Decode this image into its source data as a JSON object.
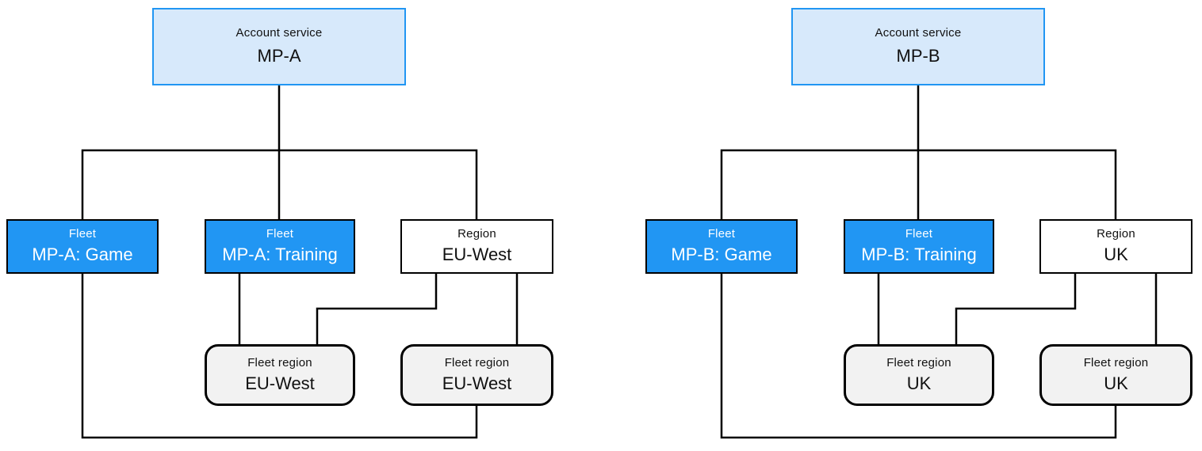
{
  "colors": {
    "accent_blue": "#2196f3",
    "account_fill": "#d7e9fb",
    "fleet_fill": "#2196f3",
    "region_fill": "#ffffff",
    "fleet_region_fill": "#f2f2f2",
    "connector_line": "#000000"
  },
  "groups": [
    {
      "account": {
        "type": "Account service",
        "name": "MP-A"
      },
      "fleet_game": {
        "type": "Fleet",
        "name": "MP-A: Game"
      },
      "fleet_training": {
        "type": "Fleet",
        "name": "MP-A: Training"
      },
      "region": {
        "type": "Region",
        "name": "EU-West"
      },
      "fleet_region_1": {
        "type": "Fleet region",
        "name": "EU-West"
      },
      "fleet_region_2": {
        "type": "Fleet region",
        "name": "EU-West"
      }
    },
    {
      "account": {
        "type": "Account service",
        "name": "MP-B"
      },
      "fleet_game": {
        "type": "Fleet",
        "name": "MP-B: Game"
      },
      "fleet_training": {
        "type": "Fleet",
        "name": "MP-B: Training"
      },
      "region": {
        "type": "Region",
        "name": "UK"
      },
      "fleet_region_1": {
        "type": "Fleet region",
        "name": "UK"
      },
      "fleet_region_2": {
        "type": "Fleet region",
        "name": "UK"
      }
    }
  ]
}
